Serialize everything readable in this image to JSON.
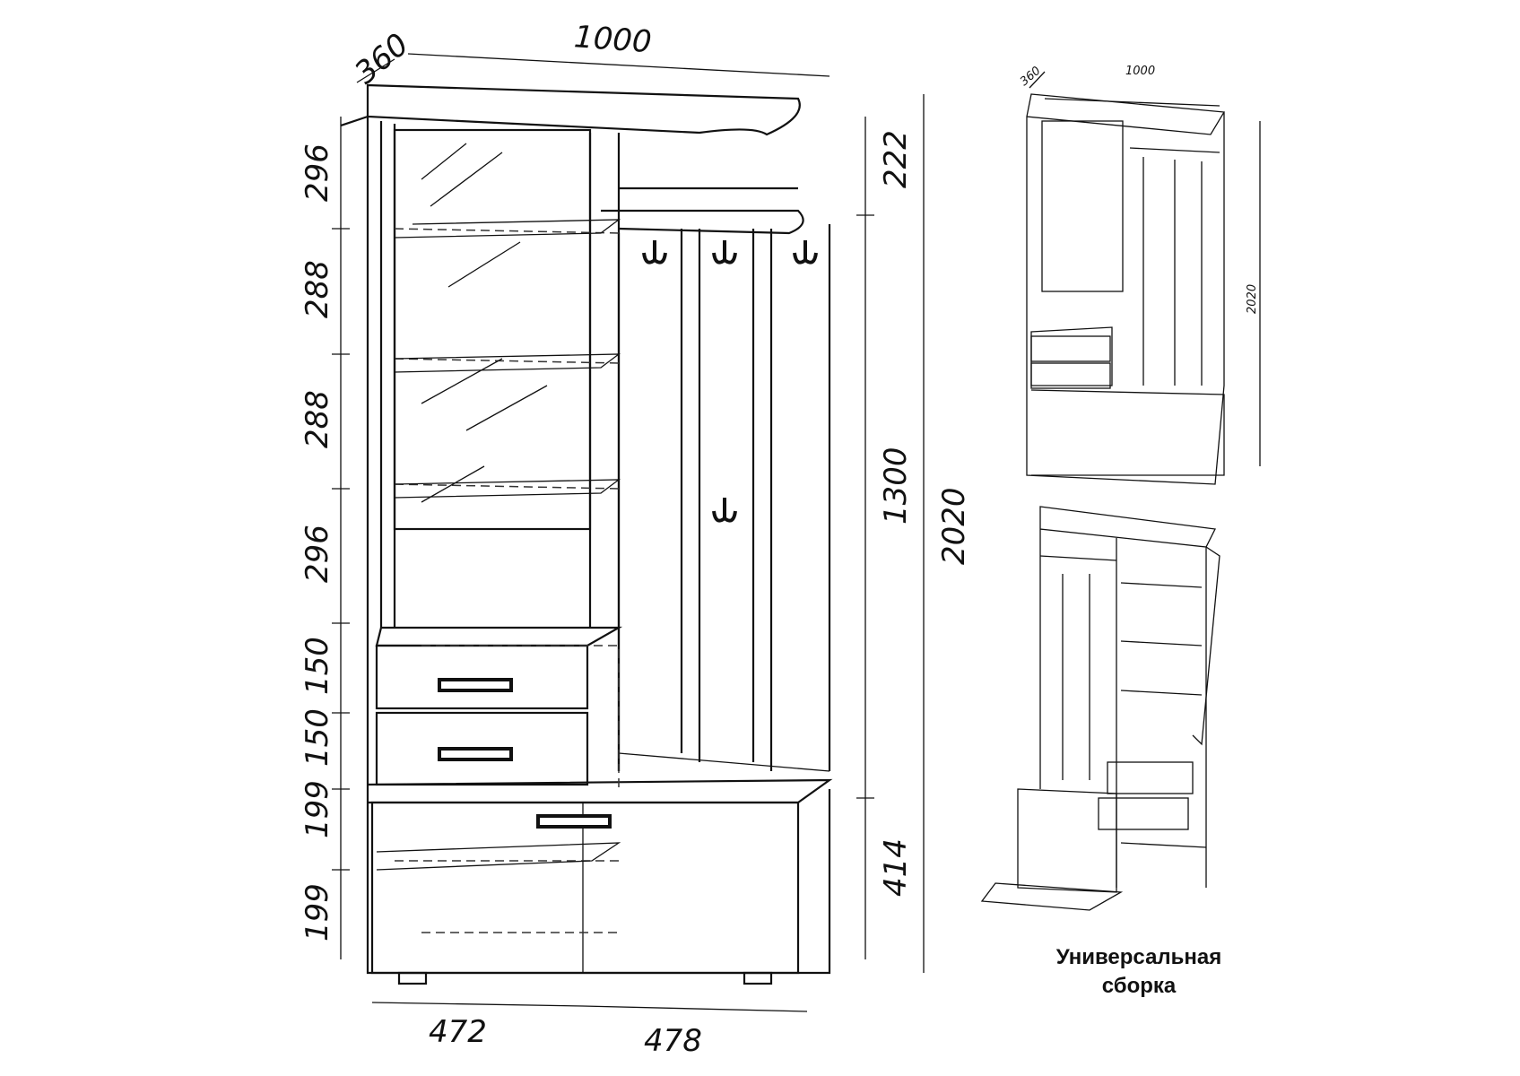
{
  "main_drawing": {
    "depth": "360",
    "width": "1000",
    "left_heights": [
      "296",
      "288",
      "288",
      "296",
      "150",
      "150",
      "199",
      "199"
    ],
    "right_heights": {
      "top": "222",
      "middle": "1300",
      "bottom": "414"
    },
    "total_height": "2020",
    "bottom_widths": [
      "472",
      "478"
    ]
  },
  "small_drawing": {
    "depth": "360",
    "width": "1000",
    "height": "2020"
  },
  "caption": {
    "line1": "Универсальная",
    "line2": "сборка"
  }
}
